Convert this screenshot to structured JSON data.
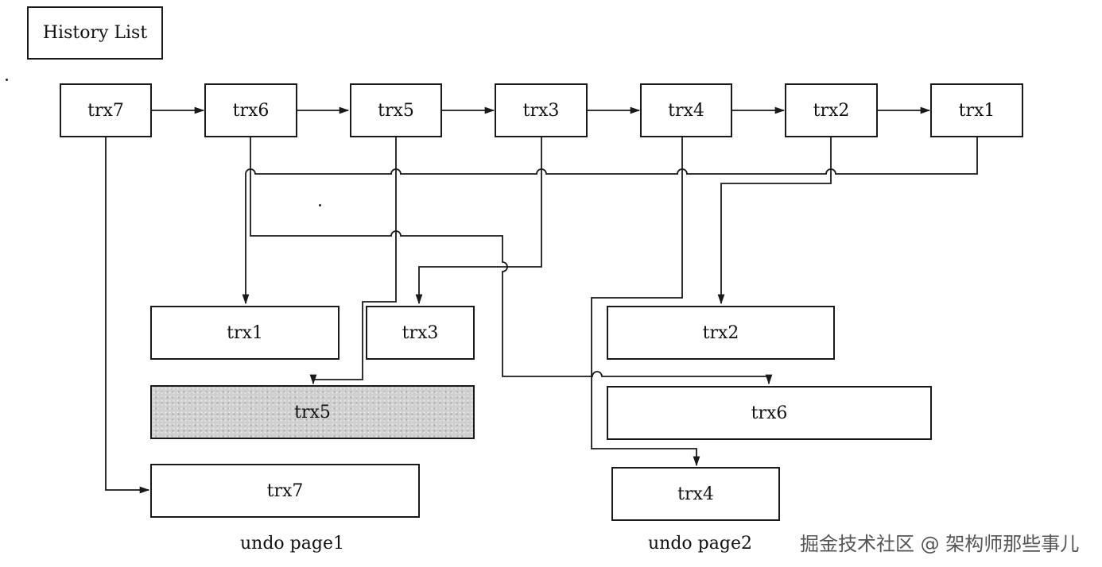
{
  "title": "History List",
  "history_list": [
    "trx7",
    "trx6",
    "trx5",
    "trx3",
    "trx4",
    "trx2",
    "trx1"
  ],
  "undo_page1": {
    "label": "undo page1",
    "records": [
      {
        "text": "trx1",
        "purged": false
      },
      {
        "text": "trx3",
        "purged": false
      },
      {
        "text": "trx5",
        "purged": true
      },
      {
        "text": "trx7",
        "purged": false
      }
    ]
  },
  "undo_page2": {
    "label": "undo page2",
    "records": [
      {
        "text": "trx2",
        "purged": false
      },
      {
        "text": "trx6",
        "purged": false
      },
      {
        "text": "trx4",
        "purged": false
      }
    ]
  },
  "watermark": "掘金技术社区 @ 架构师那些事儿"
}
